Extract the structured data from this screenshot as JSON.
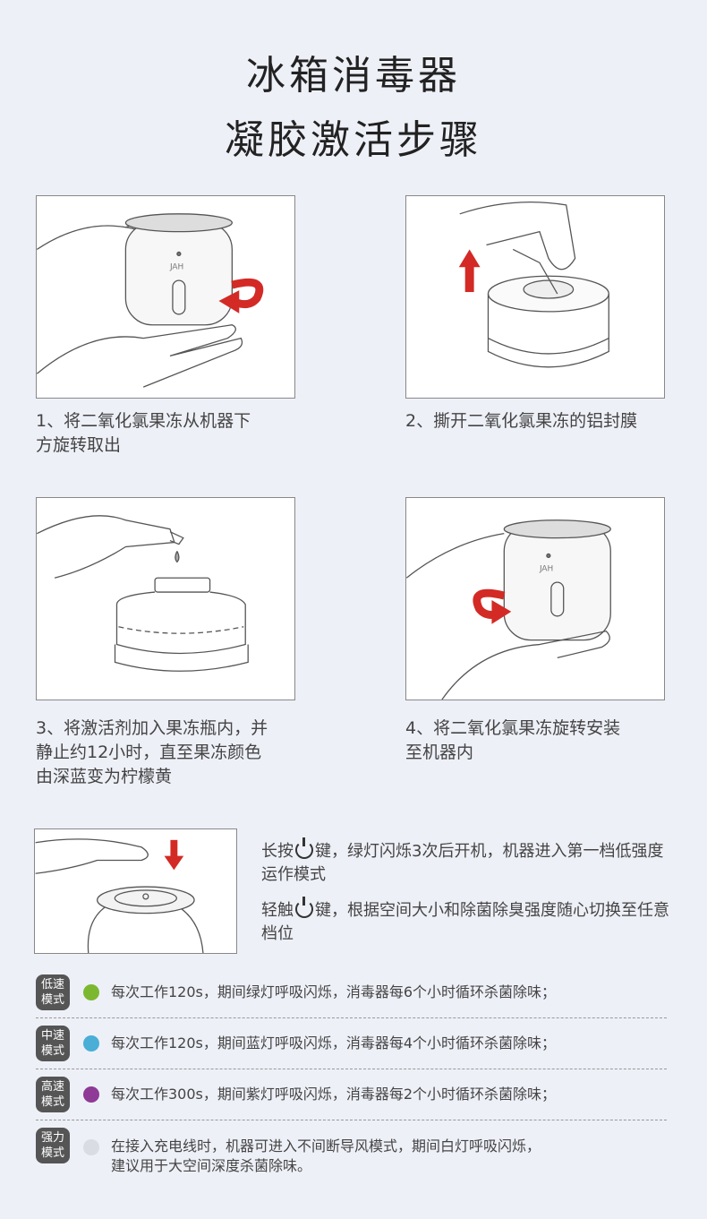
{
  "title": {
    "line1": "冰箱消毒器",
    "line2": "凝胶激活步骤"
  },
  "brand_label": "JAH",
  "steps": [
    {
      "caption_lines": [
        "1、将二氧化氯果冻从机器下",
        "方旋转取出"
      ]
    },
    {
      "caption_lines": [
        "2、撕开二氧化氯果冻的铝封膜"
      ]
    },
    {
      "caption_lines": [
        "3、将激活剂加入果冻瓶内，并",
        "静止约12小时，直至果冻颜色",
        "由深蓝变为柠檬黄"
      ]
    },
    {
      "caption_lines": [
        "4、将二氧化氯果冻旋转安装",
        "至机器内"
      ]
    }
  ],
  "power": {
    "long_press_prefix": "长按",
    "long_press_text": "键，绿灯闪烁3次后开机，机器进入第一档低强度运作模式",
    "tap_prefix": "轻触",
    "tap_text": "键，根据空间大小和除菌除臭强度随心切换至任意档位"
  },
  "modes": [
    {
      "tag1": "低速",
      "tag2": "模式",
      "color": "#7cb82f",
      "text": "每次工作120s，期间绿灯呼吸闪烁，消毒器每6个小时循环杀菌除味；"
    },
    {
      "tag1": "中速",
      "tag2": "模式",
      "color": "#4aaed6",
      "text": "每次工作120s，期间蓝灯呼吸闪烁，消毒器每4个小时循环杀菌除味；"
    },
    {
      "tag1": "高速",
      "tag2": "模式",
      "color": "#8e3a96",
      "text": "每次工作300s，期间紫灯呼吸闪烁，消毒器每2个小时循环杀菌除味；"
    },
    {
      "tag1": "强力",
      "tag2": "模式",
      "color": "#d9dce3",
      "text": "在接入充电线时，机器可进入不间断导风模式，期间白灯呼吸闪烁，",
      "text2": "建议用于大空间深度杀菌除味。"
    }
  ],
  "colors": {
    "background": "#eef0f8",
    "arrow": "#d32a25"
  }
}
